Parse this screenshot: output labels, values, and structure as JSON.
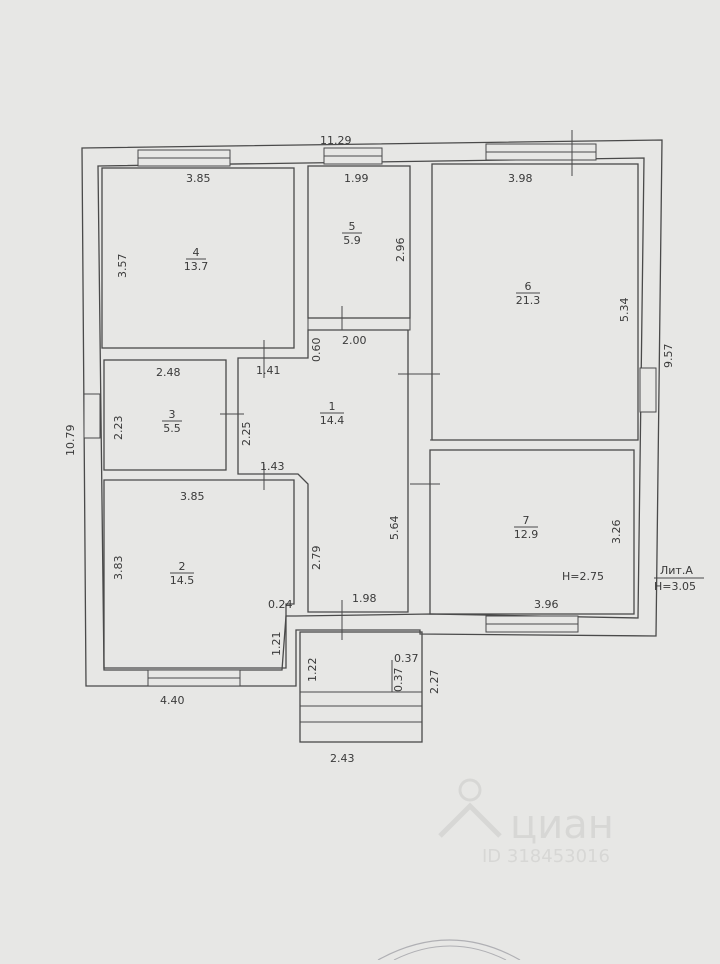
{
  "overall": {
    "width_top": "11.29",
    "width_bottom_left": "4.40",
    "height_left": "10.79",
    "height_right": "9.57",
    "porch_width": "2.43"
  },
  "rooms": [
    {
      "num": "1",
      "area": "14.4"
    },
    {
      "num": "2",
      "area": "14.5"
    },
    {
      "num": "3",
      "area": "5.5"
    },
    {
      "num": "4",
      "area": "13.7"
    },
    {
      "num": "5",
      "area": "5.9"
    },
    {
      "num": "6",
      "area": "21.3"
    },
    {
      "num": "7",
      "area": "12.9"
    }
  ],
  "dims": {
    "r4_w": "3.85",
    "r4_h": "3.57",
    "r5_w": "1.99",
    "r5_h": "2.96",
    "r6_w": "3.98",
    "r6_h": "5.34",
    "corr_top": "2.00",
    "corr_notch": "0.60",
    "hall_141": "1.41",
    "r3_w": "2.48",
    "r3_h": "2.23",
    "hall_225": "2.25",
    "hall_143": "1.43",
    "r2_w": "3.85",
    "r2_h": "3.83",
    "r2_024": "0.24",
    "r2_121": "1.21",
    "hall_279": "2.79",
    "hall_564": "5.64",
    "hall_198": "1.98",
    "r7_h": "3.26",
    "r7_w": "3.96",
    "r7_ceiling": "H=2.75",
    "porch_122": "1.22",
    "porch_037a": "0.37",
    "porch_037b": "0.37",
    "porch_227": "2.27"
  },
  "legend": {
    "lit": "Лит.А",
    "height": "H=3.05"
  },
  "watermark": {
    "brand": "циан",
    "id": "ID 318453016"
  }
}
